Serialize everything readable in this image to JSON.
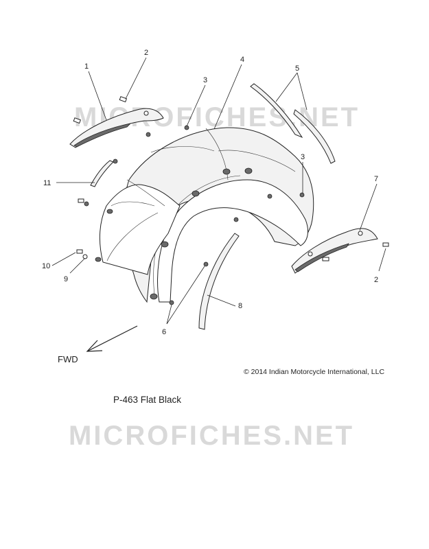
{
  "watermark": "MICROFICHES.NET",
  "callouts": [
    "1",
    "2",
    "3",
    "4",
    "5",
    "3",
    "11",
    "7",
    "10",
    "9",
    "8",
    "2",
    "6"
  ],
  "direction_label": "FWD",
  "copyright": "© 2014 Indian Motorcycle International, LLC",
  "paint_code": "P-463  Flat Black"
}
